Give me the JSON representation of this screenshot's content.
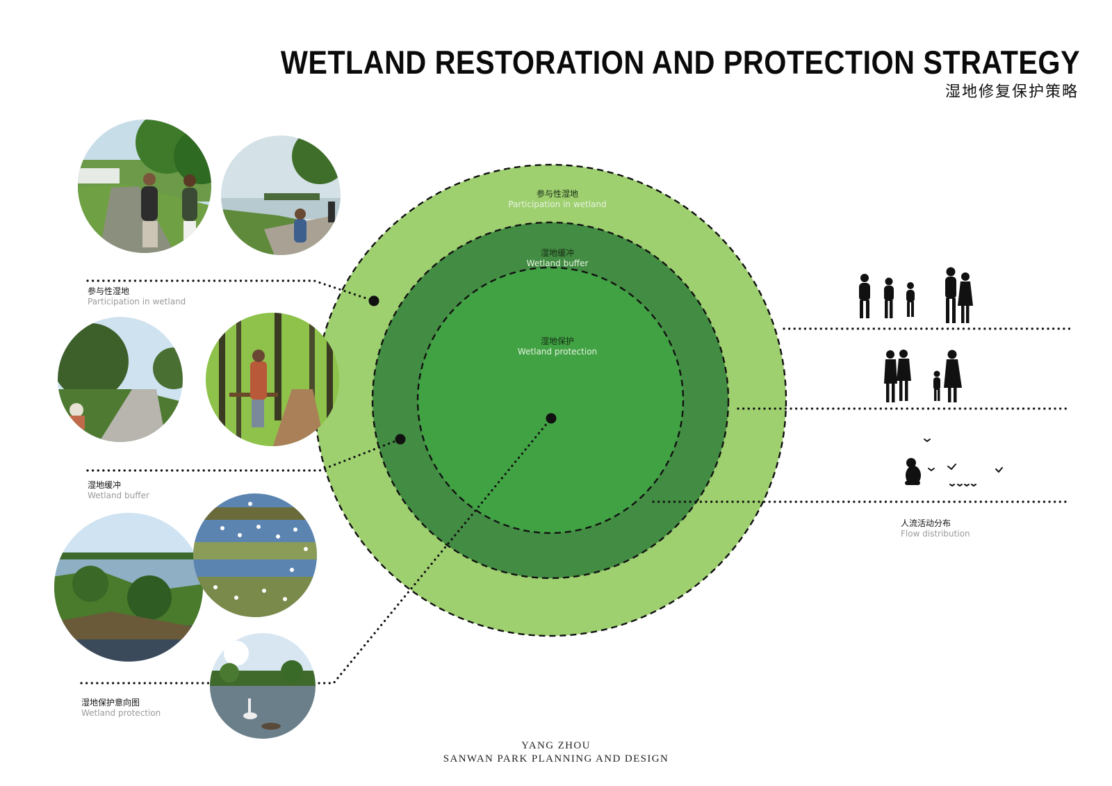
{
  "header": {
    "title": "WETLAND RESTORATION AND PROTECTION STRATEGY",
    "subtitle": "湿地修复保护策略"
  },
  "rings": {
    "outer": {
      "cn": "参与性湿地",
      "en": "Participation in wetland",
      "color": "#9fd070"
    },
    "middle": {
      "cn": "湿地缓冲",
      "en": "Wetland buffer",
      "color": "#438c43"
    },
    "inner": {
      "cn": "湿地保护",
      "en": "Wetland protection",
      "color": "#41a244"
    }
  },
  "left_labels": {
    "participation": {
      "cn": "参与性湿地",
      "en": "Participation in wetland"
    },
    "buffer": {
      "cn": "湿地缓冲",
      "en": "Wetland buffer"
    },
    "protection": {
      "cn": "湿地保护意向图",
      "en": "Wetland protection"
    }
  },
  "flow_label": {
    "cn": "人流活动分布",
    "en": "Flow distribution"
  },
  "footer": {
    "line1": "YANG ZHOU",
    "line2": "SANWAN PARK PLANNING AND DESIGN"
  },
  "photos": [
    "hikers-path-photo",
    "waterfront-visitors-photo",
    "gravel-trail-photo",
    "forest-boardwalk-photo",
    "marsh-lake-photo",
    "egret-flock-photo",
    "heron-pond-photo"
  ],
  "silhouettes": [
    "family-group-icon",
    "couple-icon",
    "family-walking-icon",
    "crouching-birdwatcher-icon",
    "bird-flock-icon"
  ]
}
